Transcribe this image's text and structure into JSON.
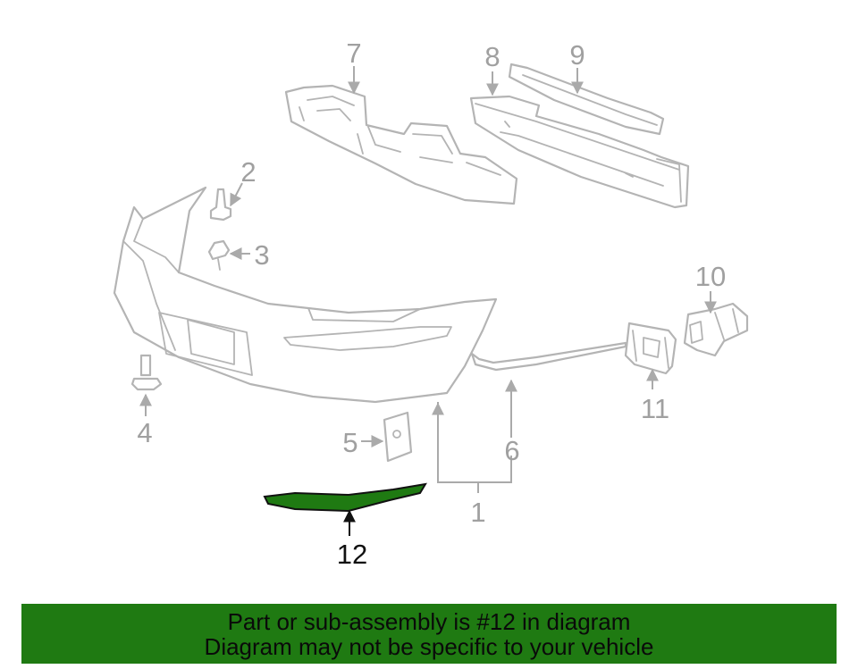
{
  "diagram": {
    "highlight_color": "#1f7a12",
    "callouts": {
      "c1": "1",
      "c2": "2",
      "c3": "3",
      "c4": "4",
      "c5": "5",
      "c6": "6",
      "c7": "7",
      "c8": "8",
      "c9": "9",
      "c10": "10",
      "c11": "11",
      "c12": "12"
    },
    "highlighted_callout": "12"
  },
  "banner": {
    "line1": "Part or sub-assembly is #12 in diagram",
    "line2": "Diagram may not be specific to your vehicle",
    "background": "#1f7a12"
  }
}
